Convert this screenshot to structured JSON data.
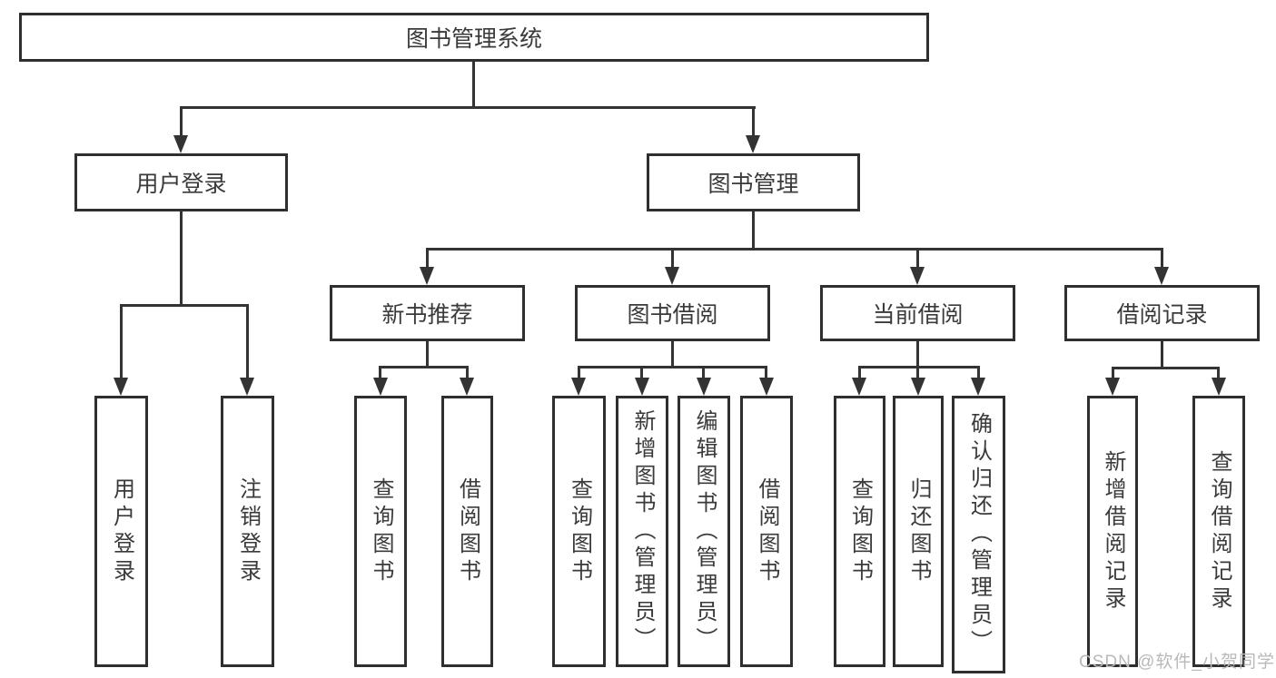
{
  "tree": {
    "root": {
      "label": "图书管理系统"
    },
    "branches": [
      {
        "label": "用户登录",
        "children": [
          {
            "label": "用户登录"
          },
          {
            "label": "注销登录"
          }
        ]
      },
      {
        "label": "图书管理",
        "children": [
          {
            "label": "新书推荐",
            "children": [
              {
                "label": "查询图书"
              },
              {
                "label": "借阅图书"
              }
            ]
          },
          {
            "label": "图书借阅",
            "children": [
              {
                "label": "查询图书"
              },
              {
                "label": "新增图书（管理员）"
              },
              {
                "label": "编辑图书（管理员）"
              },
              {
                "label": "借阅图书"
              }
            ]
          },
          {
            "label": "当前借阅",
            "children": [
              {
                "label": "查询图书"
              },
              {
                "label": "归还图书"
              },
              {
                "label": "确认归还（管理员）"
              }
            ]
          },
          {
            "label": "借阅记录",
            "children": [
              {
                "label": "新增借阅记录"
              },
              {
                "label": "查询借阅记录"
              }
            ]
          }
        ]
      }
    ]
  },
  "watermark": {
    "text": "CSDN @软件_小贺同学",
    "color": "#b9b9b9"
  },
  "colors": {
    "line": "#333333",
    "box_border": "#2f2f2f",
    "text": "#3a3a3a",
    "background": "#ffffff"
  }
}
